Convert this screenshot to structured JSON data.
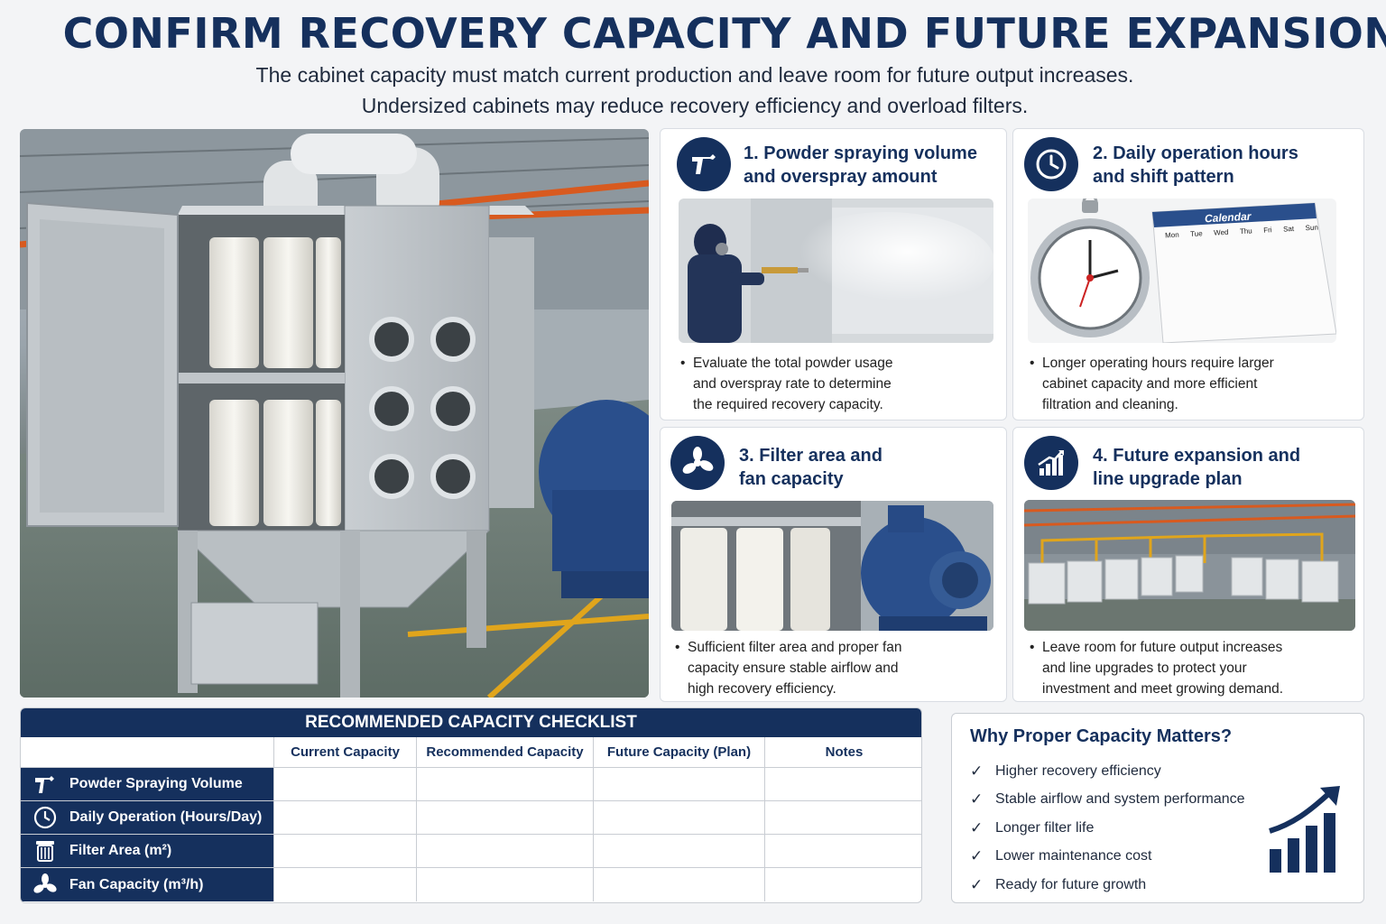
{
  "header": {
    "title": "CONFIRM RECOVERY CAPACITY AND FUTURE EXPANSION",
    "subtitle_line1": "The cabinet capacity must match current production and leave room for future output increases.",
    "subtitle_line2": "Undersized cabinets may reduce recovery efficiency and overload filters."
  },
  "cards": [
    {
      "title_line1": "1. Powder spraying volume",
      "title_line2": "and overspray amount",
      "icon": "spray-gun-icon",
      "text_line1": "Evaluate the total powder usage",
      "text_line2": "and overspray rate to determine",
      "text_line3": "the required recovery capacity."
    },
    {
      "title_line1": "2. Daily operation hours",
      "title_line2": "and shift pattern",
      "icon": "clock-icon",
      "text_line1": "Longer operating hours require larger",
      "text_line2": "cabinet capacity and more efficient",
      "text_line3": "filtration and cleaning.",
      "calendar": {
        "label": "Calendar",
        "days": [
          "Mon",
          "Tue",
          "Wed",
          "Thu",
          "Fri",
          "Sat",
          "Sun"
        ]
      }
    },
    {
      "title_line1": "3. Filter area and",
      "title_line2": "fan capacity",
      "icon": "fan-icon",
      "text_line1": "Sufficient filter area and proper fan",
      "text_line2": "capacity ensure stable airflow and",
      "text_line3": "high recovery efficiency."
    },
    {
      "title_line1": "4. Future expansion and",
      "title_line2": "line upgrade plan",
      "icon": "growth-chart-icon",
      "text_line1": "Leave room for future output increases",
      "text_line2": "and line upgrades to protect your",
      "text_line3": "investment and meet growing demand."
    }
  ],
  "checklist": {
    "title": "RECOMMENDED CAPACITY CHECKLIST",
    "columns": [
      "",
      "Current Capacity",
      "Recommended Capacity",
      "Future Capacity (Plan)",
      "Notes"
    ],
    "rows": [
      {
        "label": "Powder Spraying Volume",
        "icon": "spray-gun-icon"
      },
      {
        "label": "Daily Operation (Hours/Day)",
        "icon": "clock-icon"
      },
      {
        "label": "Filter Area (m²)",
        "icon": "filter-icon"
      },
      {
        "label": "Fan Capacity (m³/h)",
        "icon": "fan-icon"
      }
    ]
  },
  "why": {
    "title": "Why Proper Capacity Matters?",
    "items": [
      "Higher recovery efficiency",
      "Stable airflow and system performance",
      "Longer filter life",
      "Lower maintenance cost",
      "Ready for future growth"
    ],
    "icon": "growth-chart-icon"
  },
  "colors": {
    "navy": "#15305d",
    "steel_blue": "#2a4f8c",
    "safety_yellow": "#e0a51c",
    "orange_beam": "#d85a1f"
  }
}
